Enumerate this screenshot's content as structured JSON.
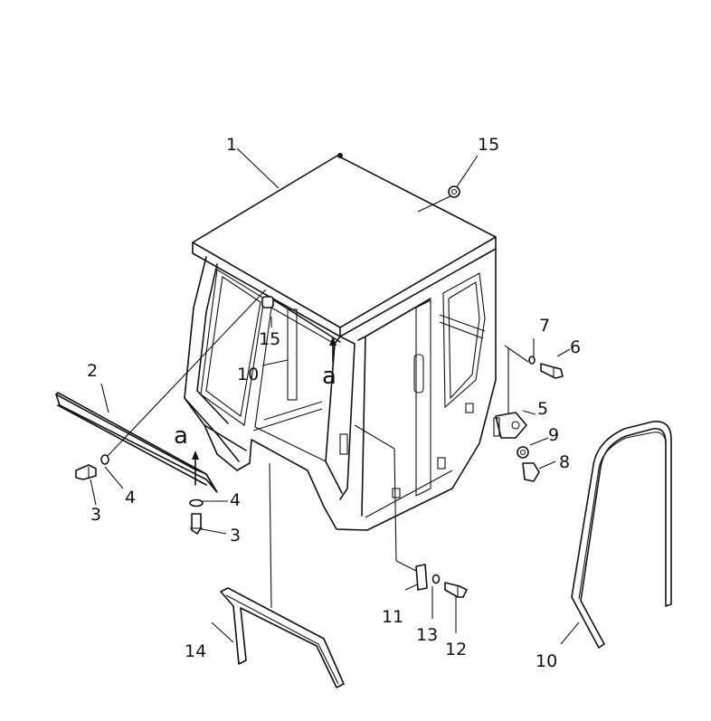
{
  "callouts": {
    "c1": "1",
    "c2": "2",
    "c3a": "3",
    "c3b": "3",
    "c4a": "4",
    "c4b": "4",
    "c5": "5",
    "c6": "6",
    "c7": "7",
    "c8": "8",
    "c9": "9",
    "c10a": "10",
    "c10b": "10",
    "c11": "11",
    "c12": "12",
    "c13": "13",
    "c14": "14",
    "c15a": "15",
    "c15b": "15"
  },
  "view_marks": {
    "a1": "a",
    "a2": "a"
  }
}
